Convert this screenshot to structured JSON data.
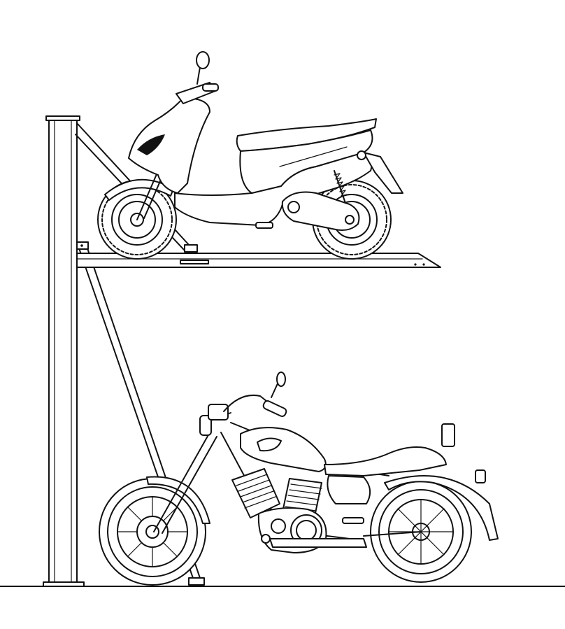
{
  "illustration": {
    "kind": "line-drawing",
    "subjects": [
      "two-level-parking-lift",
      "scooter",
      "cruiser-motorcycle"
    ],
    "line_color": "#111111",
    "background_color": "#ffffff"
  }
}
